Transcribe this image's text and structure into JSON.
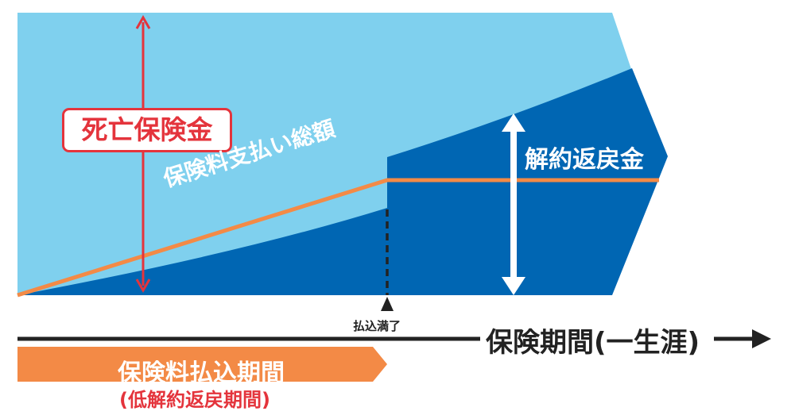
{
  "colors": {
    "light_blue": "#7fd0ee",
    "dark_blue": "#0066b3",
    "orange": "#f38a46",
    "red": "#e4343c",
    "black": "#222222"
  },
  "labels": {
    "death_benefit": "死亡保険金",
    "surrender_value": "解約返戻金",
    "premiums_paid_total": "保険料支払い総額",
    "payment_complete": "払込満了",
    "coverage_period": "保険期間(一生涯)",
    "payment_period": "保険料払込期間",
    "low_surrender_period": "(低解約返戻期間)"
  }
}
